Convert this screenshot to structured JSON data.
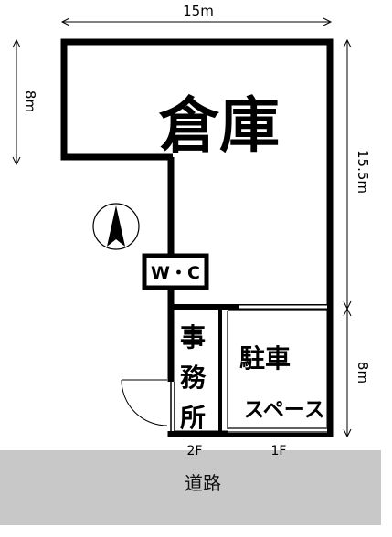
{
  "dimensions": {
    "top_width": "15m",
    "left_height": "8m",
    "right_upper": "15.5m",
    "right_lower": "8m"
  },
  "rooms": {
    "warehouse": "倉庫",
    "wc": "W・C",
    "office_chars": [
      "事",
      "務",
      "所"
    ],
    "parking_line1": "駐車",
    "parking_line2": "スペース"
  },
  "floors": {
    "left": "2F",
    "right": "1F"
  },
  "road_label": "道路",
  "compass_icon": "north-arrow-icon",
  "colors": {
    "wall": "#000000",
    "road": "#c8c8c8"
  }
}
